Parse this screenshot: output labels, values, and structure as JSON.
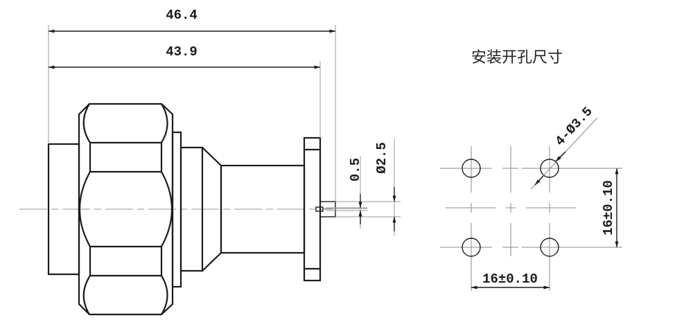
{
  "side_view": {
    "dim_overall": "46.4",
    "dim_to_flange": "43.9",
    "dim_pin_offset": "0.5",
    "dim_pin_diameter": "Ø2.5"
  },
  "panel_cutout": {
    "title": "安装开孔尺寸",
    "hole_callout": "4-Ø3.5",
    "dim_horizontal": "16±0.10",
    "dim_vertical": "16±0.10"
  }
}
